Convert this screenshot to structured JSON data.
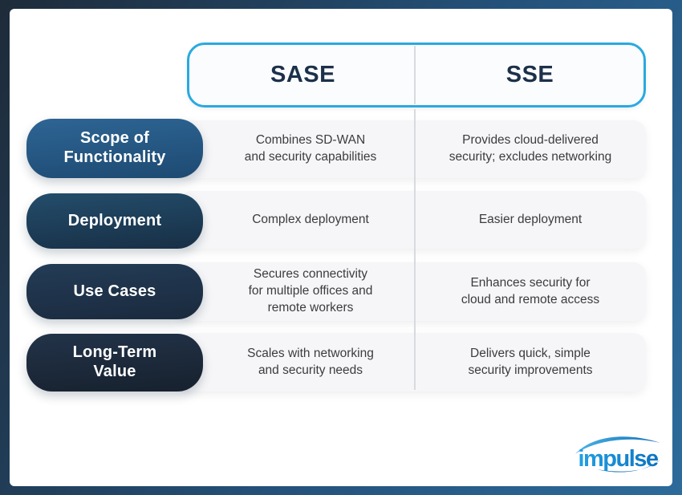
{
  "header": {
    "columns": [
      {
        "label": "SASE"
      },
      {
        "label": "SSE"
      }
    ]
  },
  "rows": [
    {
      "label": "Scope of\nFunctionality",
      "sase": "Combines SD-WAN\nand security capabilities",
      "sse": "Provides cloud-delivered\nsecurity; excludes networking"
    },
    {
      "label": "Deployment",
      "sase": "Complex deployment",
      "sse": "Easier deployment"
    },
    {
      "label": "Use Cases",
      "sase": "Secures connectivity\nfor multiple offices and\nremote workers",
      "sse": "Enhances security for\ncloud and remote access"
    },
    {
      "label": "Long-Term\nValue",
      "sase": "Scales with networking\nand security needs",
      "sse": "Delivers quick, simple\nsecurity improvements"
    }
  ],
  "logo": {
    "text": "impulse",
    "brand_color": "#1787cf"
  },
  "colors": {
    "frame_gradient_start": "#1e2b39",
    "frame_gradient_end": "#2d6b9b",
    "header_border": "#29a9e1",
    "header_text": "#1c304a",
    "cell_background": "#f6f6f8",
    "cell_text": "#3c3c3e",
    "pill_text": "#ffffff",
    "pill_gradient_1": [
      "#2e6594",
      "#1d4a72"
    ],
    "pill_gradient_2": [
      "#234d6b",
      "#182f46"
    ],
    "pill_gradient_3": [
      "#233c56",
      "#1a2a3e"
    ],
    "pill_gradient_4": [
      "#223349",
      "#17212e"
    ]
  }
}
